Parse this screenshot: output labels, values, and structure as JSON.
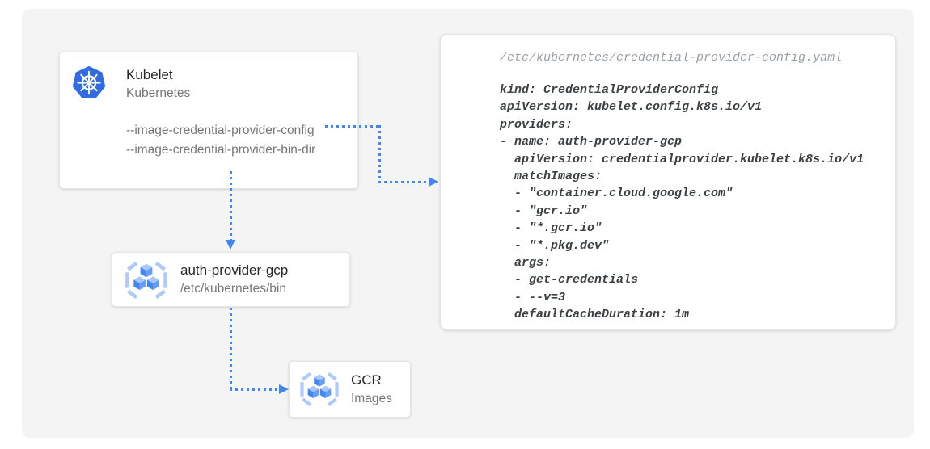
{
  "colors": {
    "frame_bg": "#f4f4f4",
    "card_border": "#e3e5e8",
    "title_color": "#272727",
    "muted_color": "#757575",
    "arrow": "#4285f4",
    "k8s_blue": "#326ce5",
    "gcr_bracket": "#aecbfa",
    "cube_top": "#a8c7fa",
    "cube_left": "#4285f4",
    "cube_right": "#669df6",
    "yaml_path_color": "#9aa0a6",
    "yaml_text_color": "#3b4043"
  },
  "nodes": {
    "kubelet": {
      "title": "Kubelet",
      "subtitle": "Kubernetes",
      "icon": "kubernetes-icon",
      "flags": [
        "--image-credential-provider-config",
        "--image-credential-provider-bin-dir"
      ]
    },
    "auth_provider": {
      "title": "auth-provider-gcp",
      "subtitle": "/etc/kubernetes/bin",
      "icon": "gcr-icon"
    },
    "gcr": {
      "title": "GCR",
      "subtitle": "Images",
      "icon": "gcr-icon"
    }
  },
  "config_file": {
    "path": "/etc/kubernetes/credential-provider-config.yaml",
    "lines": [
      "kind: CredentialProviderConfig",
      "apiVersion: kubelet.config.k8s.io/v1",
      "providers:",
      "- name: auth-provider-gcp",
      "  apiVersion: credentialprovider.kubelet.k8s.io/v1",
      "  matchImages:",
      "  - \"container.cloud.google.com\"",
      "  - \"gcr.io\"",
      "  - \"*.gcr.io\"",
      "  - \"*.pkg.dev\"",
      "  args:",
      "  - get-credentials",
      "  - --v=3",
      "  defaultCacheDuration: 1m"
    ]
  }
}
